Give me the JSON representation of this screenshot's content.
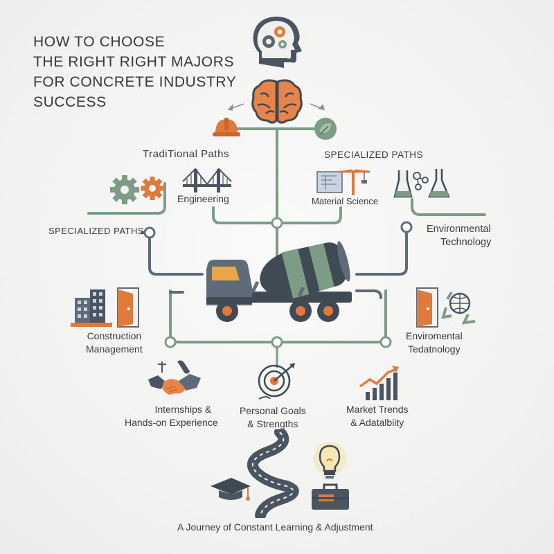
{
  "title_lines": [
    "HOW TO CHOOSE",
    "THE RIGHT RIGHT MAJORS",
    "FOR CONCRETE INDUSTRY",
    "SUCCESS"
  ],
  "branches": {
    "traditional": "TradiTional Paths",
    "specialized_top": "SPECIALIZED PATHS",
    "specialized_left": "SPECIALIZED PATHS"
  },
  "nodes": {
    "engineering": "Engineering",
    "material_science": "Material Science",
    "environmental_technology": [
      "Environmental",
      "Technology"
    ],
    "construction_management": [
      "Construction",
      "Management"
    ],
    "enviromental_tedatnology": [
      "Enviromental",
      "Tedatnology"
    ],
    "internships": [
      "Internships &",
      "Hands-on Experience"
    ],
    "personal_goals": [
      "Personal Goals",
      "& Strengths"
    ],
    "market_trends": [
      "Market Trends",
      "& Adatalbiity"
    ]
  },
  "footer": "A Journey of Constant Learning & Adjustment",
  "icons": [
    "head-gears-icon",
    "brain-icon",
    "hard-hat-icon",
    "leaf-icon",
    "gears-icon",
    "bridge-icon",
    "blueprint-crane-icon",
    "lab-flasks-icon",
    "concrete-mixer-truck-icon",
    "building-door-icon",
    "door-recycle-globe-icon",
    "handshake-icon",
    "target-icon",
    "rising-chart-icon",
    "winding-road-icon",
    "graduation-cap-icon",
    "lightbulb-icon",
    "toolbox-icon"
  ],
  "colors": {
    "green_line": "#7d9b85",
    "gray_line": "#5f6b78",
    "orange": "#e07a3c",
    "dark": "#3f4a55"
  }
}
